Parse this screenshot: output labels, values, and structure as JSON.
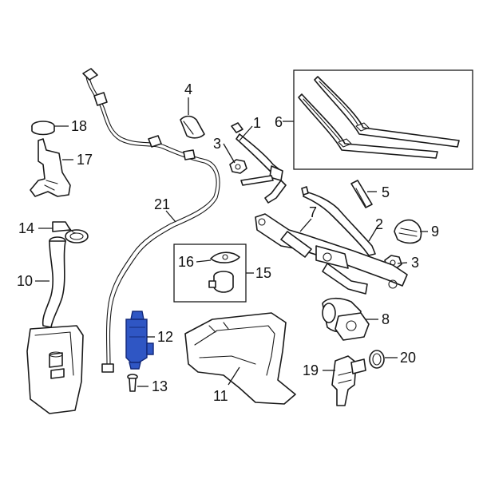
{
  "colors": {
    "line": "#1a1a1a",
    "background": "#ffffff",
    "highlight": "#2f56c4",
    "highlight_edge": "#13297a"
  },
  "callouts": [
    {
      "id": "c1",
      "label": "1"
    },
    {
      "id": "c2",
      "label": "2"
    },
    {
      "id": "c3a",
      "label": "3"
    },
    {
      "id": "c3b",
      "label": "3"
    },
    {
      "id": "c4",
      "label": "4"
    },
    {
      "id": "c5",
      "label": "5"
    },
    {
      "id": "c6",
      "label": "6"
    },
    {
      "id": "c7",
      "label": "7"
    },
    {
      "id": "c8",
      "label": "8"
    },
    {
      "id": "c9",
      "label": "9"
    },
    {
      "id": "c10",
      "label": "10"
    },
    {
      "id": "c11",
      "label": "11"
    },
    {
      "id": "c12",
      "label": "12"
    },
    {
      "id": "c13",
      "label": "13"
    },
    {
      "id": "c14",
      "label": "14"
    },
    {
      "id": "c15",
      "label": "15"
    },
    {
      "id": "c16",
      "label": "16"
    },
    {
      "id": "c17",
      "label": "17"
    },
    {
      "id": "c18",
      "label": "18"
    },
    {
      "id": "c19",
      "label": "19"
    },
    {
      "id": "c20",
      "label": "20"
    },
    {
      "id": "c21",
      "label": "21"
    }
  ],
  "highlighted_part": "12"
}
